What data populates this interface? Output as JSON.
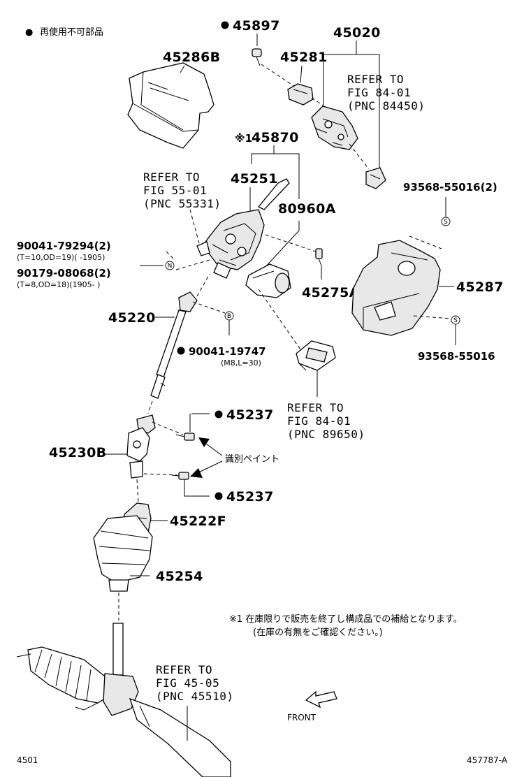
{
  "legend": {
    "bullet": "●",
    "text": "再使用不可部品"
  },
  "parts": {
    "p45897": "45897",
    "p45020": "45020",
    "p45286B": "45286B",
    "p45281": "45281",
    "p45870": "45870",
    "p45870_mark": "※1",
    "p45251": "45251",
    "p80960A": "80960A",
    "p93568_55016_2": "93568-55016(2)",
    "p90041_79294": "90041-79294(2)",
    "p90041_79294_sub": "(T=10,OD=19)(      -1905)",
    "p90179_08068": "90179-08068(2)",
    "p90179_08068_sub": "(T=8,OD=18)(1905-      )",
    "p45275A": "45275A",
    "p45287": "45287",
    "p45220": "45220",
    "p93568_55016": "93568-55016",
    "p90041_19747": "90041-19747",
    "p90041_19747_sub": "(M8,L=30)",
    "p45237a": "45237",
    "p45230B": "45230B",
    "p45237b": "45237",
    "p45222F": "45222F",
    "p45254": "45254"
  },
  "refs": {
    "r84450": [
      "REFER TO",
      "FIG 84-01",
      "(PNC 84450)"
    ],
    "r55331": [
      "REFER TO",
      "FIG 55-01",
      "(PNC 55331)"
    ],
    "r89650": [
      "REFER TO",
      "FIG 84-01",
      "(PNC 89650)"
    ],
    "r45510": [
      "REFER TO",
      "FIG 45-05",
      "(PNC 45510)"
    ]
  },
  "markers": {
    "S": "S",
    "N": "N",
    "B": "B"
  },
  "paint_label": "識別ペイント",
  "footnote": {
    "line1": "※1 在庫限りで販売を終了し構成品での補給となります。",
    "line2": "(在庫の有無をご確認ください。)"
  },
  "front_label": "FRONT",
  "corner": {
    "left": "4501",
    "right": "457787-A"
  }
}
